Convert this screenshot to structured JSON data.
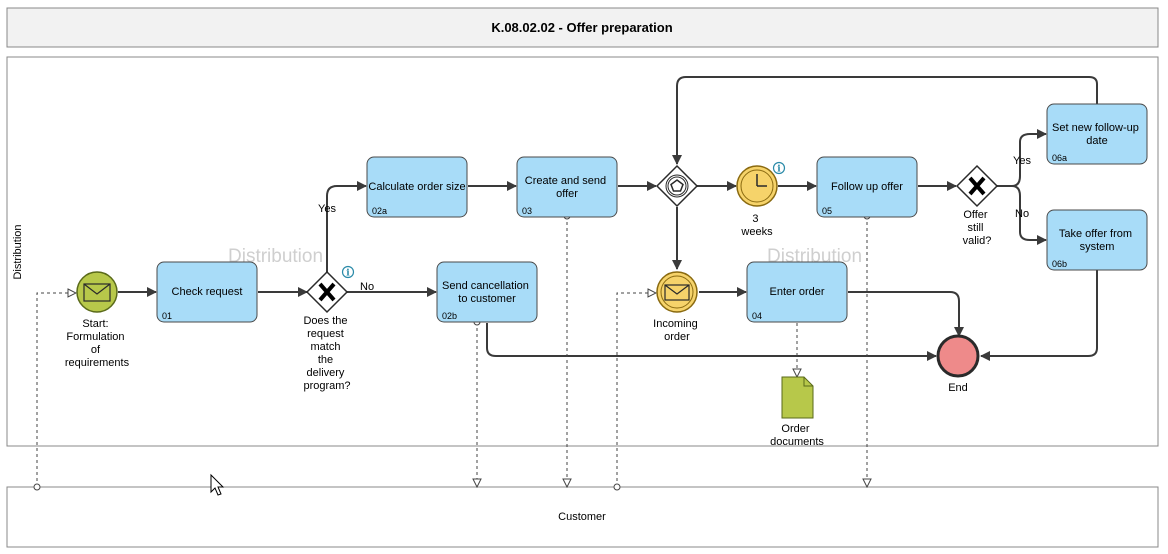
{
  "title": "K.08.02.02 - Offer preparation",
  "pools": {
    "distribution": "Distribution",
    "customer": "Customer"
  },
  "watermarks": [
    "Distribution",
    "Distribution"
  ],
  "tasks": [
    {
      "id": "01",
      "label": [
        "Check request"
      ]
    },
    {
      "id": "02a",
      "label": [
        "Calculate order size"
      ]
    },
    {
      "id": "02b",
      "label": [
        "Send cancellation",
        "to customer"
      ]
    },
    {
      "id": "03",
      "label": [
        "Create and send",
        "offer"
      ]
    },
    {
      "id": "04",
      "label": [
        "Enter order"
      ]
    },
    {
      "id": "05",
      "label": [
        "Follow up offer"
      ]
    },
    {
      "id": "06a",
      "label": [
        "Set new follow-up",
        "date"
      ]
    },
    {
      "id": "06b",
      "label": [
        "Take offer from",
        "system"
      ]
    }
  ],
  "events": {
    "start": [
      "Start:",
      "Formulation",
      "of",
      "requirements"
    ],
    "timer": [
      "3",
      "weeks"
    ],
    "incoming": [
      "Incoming",
      "order"
    ],
    "end": [
      "End"
    ]
  },
  "gateways": {
    "request_match": [
      "Does the",
      "request",
      "match",
      "the",
      "delivery",
      "program?"
    ],
    "offer_valid": [
      "Offer",
      "still",
      "valid?"
    ]
  },
  "flow_labels": {
    "yes1": "Yes",
    "no1": "No",
    "yes2": "Yes",
    "no2": "No"
  },
  "data_object": [
    "Order",
    "documents"
  ],
  "colors": {
    "task": "#a8dcf8",
    "start_event": "#b7c84a",
    "intermediate_event": "#f6d36a",
    "end_event": "#ee8a8a",
    "title_bar": "#f2f2f2"
  }
}
